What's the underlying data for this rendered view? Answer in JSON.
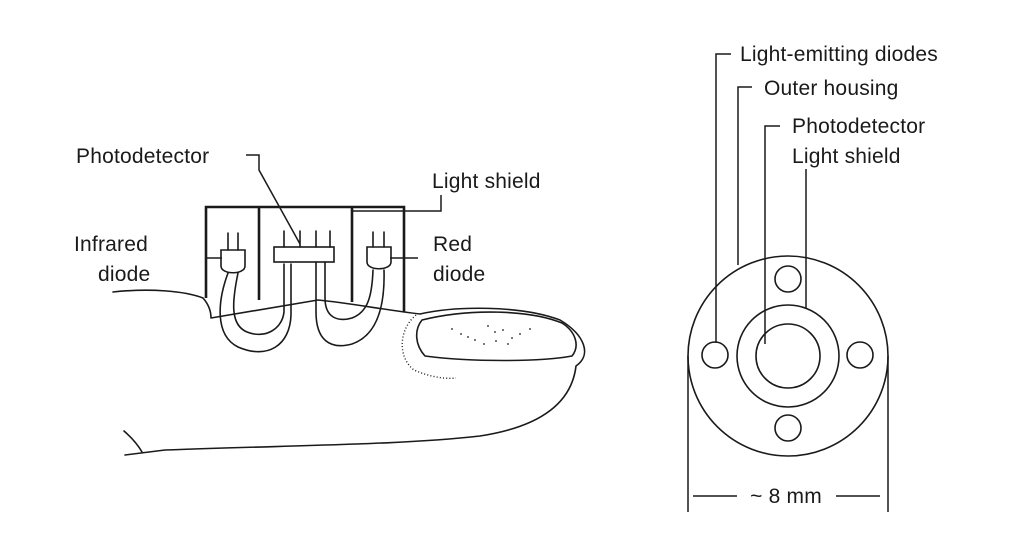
{
  "finger_view": {
    "labels": {
      "photodetector": "Photodetector",
      "light_shield": "Light shield",
      "infrared_diode_line1": "Infrared",
      "infrared_diode_line2": "diode",
      "red_diode_line1": "Red",
      "red_diode_line2": "diode"
    }
  },
  "sensor_view": {
    "labels": {
      "light_emitting_diodes": "Light-emitting diodes",
      "outer_housing": "Outer housing",
      "photodetector": "Photodetector",
      "light_shield": "Light shield"
    },
    "dimension": "~ 8 mm"
  }
}
